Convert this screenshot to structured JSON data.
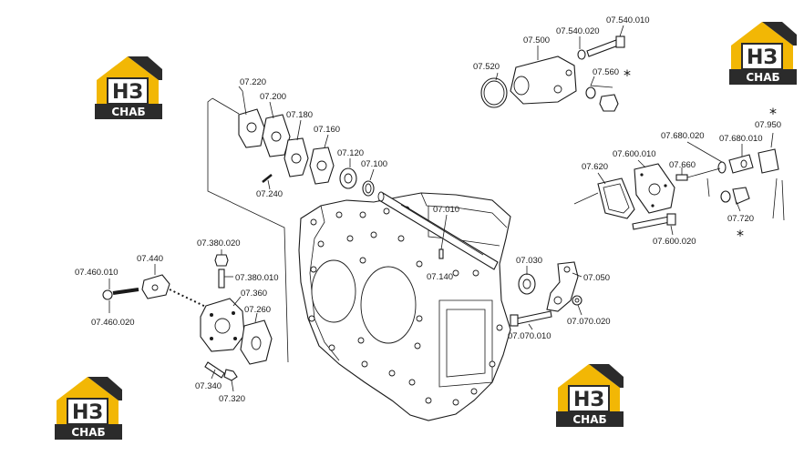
{
  "logo": {
    "mark": "НЗ",
    "caption": "СНАБ",
    "colors": {
      "accent": "#f2b705",
      "dark": "#2b2b2b",
      "text": "#ffffff"
    }
  },
  "labels": {
    "p07220": "07.220",
    "p07200": "07.200",
    "p07180": "07.180",
    "p07160": "07.160",
    "p07120": "07.120",
    "p07100": "07.100",
    "p07240": "07.240",
    "p07010": "07.010",
    "p07140": "07.140",
    "p07030": "07.030",
    "p07050": "07.050",
    "p07070020": "07.070.020",
    "p07070010": "07.070.010",
    "p07380020": "07.380.020",
    "p07380010": "07.380.010",
    "p07440": "07.440",
    "p07460010": "07.460.010",
    "p07460020": "07.460.020",
    "p07360": "07.360",
    "p07260": "07.260",
    "p07340": "07.340",
    "p07320": "07.320",
    "p07500": "07.500",
    "p07540020": "07.540.020",
    "p07540010": "07.540.010",
    "p07520": "07.520",
    "p07560": "07.560",
    "p07680020": "07.680.020",
    "p07680010": "07.680.010",
    "p07950": "07.950",
    "p07620": "07.620",
    "p07600010": "07.600.010",
    "p07660": "07.660",
    "p07720": "07.720",
    "p07600020": "07.600.020"
  },
  "markers": {
    "asterisk": "*"
  }
}
